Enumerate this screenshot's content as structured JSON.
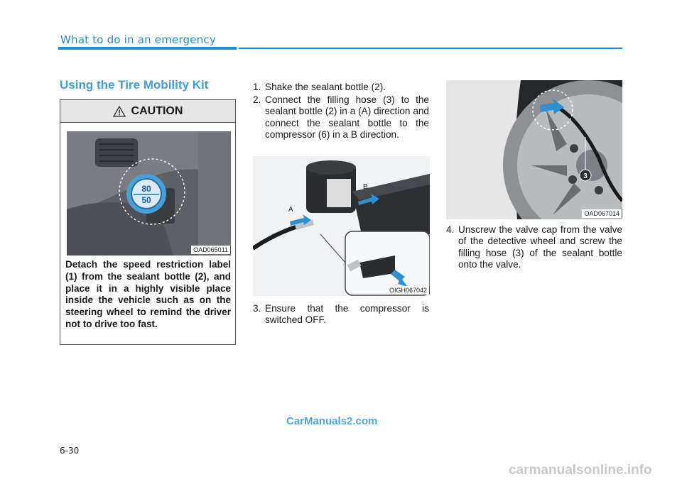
{
  "header": {
    "title": "What to do in an emergency"
  },
  "section": {
    "title": "Using the Tire Mobility Kit"
  },
  "caution": {
    "heading": "CAUTION",
    "image_code": "OAD065011",
    "label_top": "80",
    "label_bottom": "50",
    "text": "Detach the speed restriction label (1) from the sealant bottle (2), and place it in a highly visible place inside the vehicle such as on the steering wheel to remind the driver not to drive too fast."
  },
  "steps": [
    {
      "num": "1.",
      "text": "Shake the sealant bottle (2)."
    },
    {
      "num": "2.",
      "text": "Connect the filling hose (3) to the sealant bottle (2) in a (A) direction and connect the sealant bottle to the compressor (6) in a B direction."
    },
    {
      "num": "3.",
      "text": "Ensure that the compressor is switched OFF."
    },
    {
      "num": "4.",
      "text": "Unscrew the valve cap from the valve of the detective wheel and screw the filling hose (3) of the sealant bottle onto the valve."
    }
  ],
  "figures": {
    "compressor": {
      "code": "OIGH067042",
      "label_a": "A",
      "label_b": "B"
    },
    "wheel": {
      "code": "OAD067014",
      "callout": "3"
    }
  },
  "footer": {
    "page": "6-30",
    "watermark": "CarManuals2.com",
    "site": "carmanualsonline.info"
  }
}
